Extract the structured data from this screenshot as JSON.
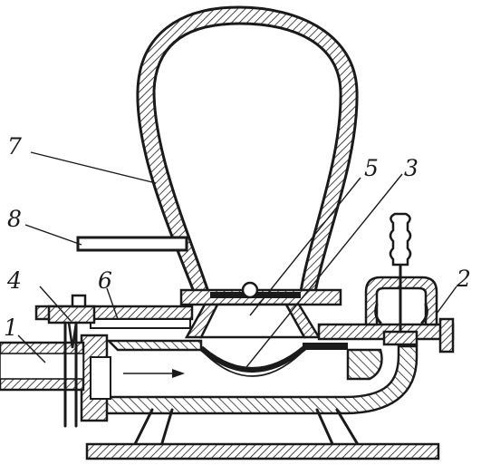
{
  "callouts": {
    "c1": "1",
    "c2": "2",
    "c3": "3",
    "c4": "4",
    "c5": "5",
    "c6": "6",
    "c7": "7",
    "c8": "8"
  },
  "colors": {
    "ink": "#1a1a1a",
    "paper": "#ffffff"
  }
}
